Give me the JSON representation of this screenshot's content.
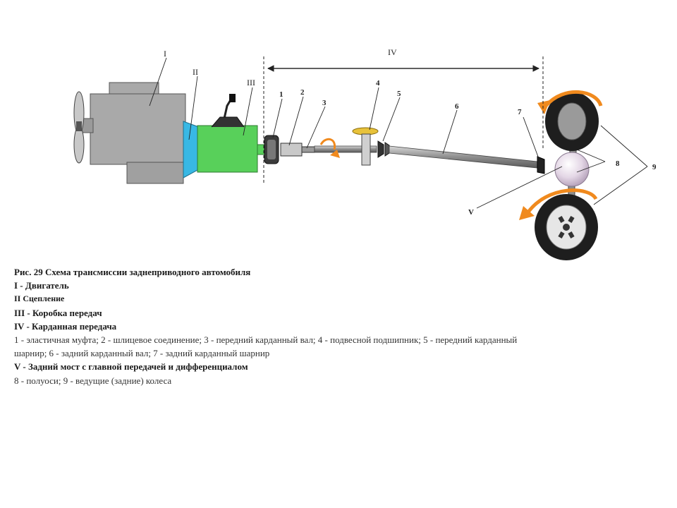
{
  "labels": {
    "I": "I",
    "II": "II",
    "III": "III",
    "IV": "IV",
    "V": "V",
    "n1": "1",
    "n2": "2",
    "n3": "3",
    "n4": "4",
    "n5": "5",
    "n6": "6",
    "n7": "7",
    "n8": "8",
    "n9": "9"
  },
  "colors": {
    "engine": "#a9a9a9",
    "clutch": "#38b8e4",
    "gearbox": "#58d05a",
    "arrow": "#f08a1e",
    "shaft": "#9a9a9a",
    "wheel": "#1e1e1e"
  },
  "caption": {
    "title": "Рис. 29 Схема трансмиссии заднеприводного автомобиля",
    "line_I": "I - Двигатель",
    "line_II": "II   Сцепление",
    "line_III": "III - Коробка передач",
    "line_IV": "IV - Карданная передача",
    "parts_1": "1 - эластичная муфта; 2 - шлицевое соединение; 3 - передний карданный вал; 4 - подвесной подшипник; 5 - передний карданный",
    "parts_2": "шарнир; 6 - задний карданный вал; 7 - задний карданный шарнир",
    "line_V": "V - Задний мост с главной передачей и дифференциалом",
    "parts_3": "8 - полуоси; 9 - ведущие (задние) колеса"
  }
}
